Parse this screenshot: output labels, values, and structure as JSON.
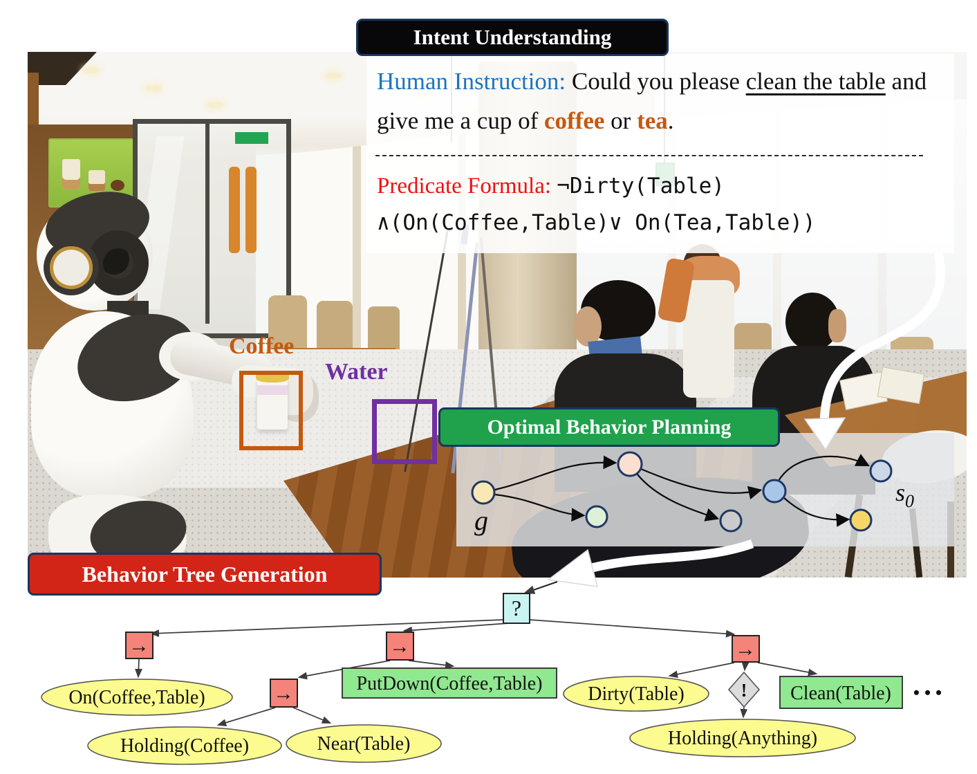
{
  "headers": {
    "intent": "Intent Understanding",
    "planning": "Optimal Behavior Planning",
    "tree": "Behavior Tree Generation"
  },
  "instruction": {
    "label": "Human Instruction:",
    "before": " Could you please ",
    "underlined": "clean the table",
    "middle": "  and give me a cup of ",
    "coffee": "coffee",
    "or": " or ",
    "tea": "tea",
    "period": "."
  },
  "predicate": {
    "label": "Predicate Formula:",
    "line1": "¬Dirty(Table)",
    "line2": "∧(On(Coffee,Table)∨ On(Tea,Table))"
  },
  "scene_labels": {
    "coffee": "Coffee",
    "water": "Water"
  },
  "graph": {
    "start_label": "g",
    "end_base": "s",
    "end_sub": "0",
    "node_fills": [
      "#f9e8b4",
      "#fbdfd0",
      "#def0d8",
      "#cbcbcb",
      "#a9c5e8",
      "#ccd7e8",
      "#f7d669"
    ],
    "node_border": "#1f3864"
  },
  "tree": {
    "root": "?",
    "sequence": "→",
    "decorator": "!",
    "conditions": [
      "On(Coffee,Table)",
      "Holding(Coffee)",
      "Near(Table)",
      "Dirty(Table)",
      "Holding(Anything)"
    ],
    "actions": [
      "PutDown(Coffee,Table)",
      "Clean(Table)"
    ],
    "ellipsis": "•••"
  },
  "colors": {
    "intent_bg": "#08080a",
    "planning_bg": "#1fa24b",
    "tree_bg": "#d22517",
    "header_border": "#17365d",
    "instruction_label": "#1e73be",
    "emphasis_orange": "#c45911",
    "predicate_label": "#ee1111",
    "coffee_box": "#c45911",
    "water_box": "#7030a0",
    "condition_fill": "#fbfb8f",
    "action_fill": "#90e890",
    "sequence_fill": "#f4837a",
    "root_fill": "#c9f4f2",
    "decorator_fill": "#dcdcdc"
  }
}
